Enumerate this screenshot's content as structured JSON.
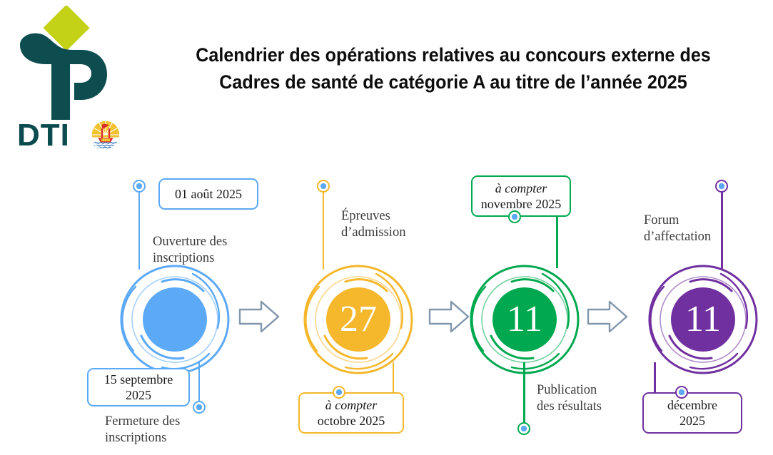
{
  "header": {
    "logo_name": "dti-logo",
    "logo_text": "DTI",
    "crest_name": "french-polynesia-coat-of-arms",
    "title_line1": "Calendrier des opérations relatives au concours externe des",
    "title_line2": "Cadres de santé de catégorie A au titre de l’année 2025"
  },
  "colors": {
    "stage1": "#5BA9F7",
    "stage2": "#F5B72B",
    "stage3": "#00A94F",
    "stage4": "#7030A0",
    "arrow": "#8296AC",
    "logo_teal": "#0B4A4E",
    "logo_green": "#C3D117",
    "caption_text": "#3b3b3b",
    "title_text": "#0d0d0d"
  },
  "stages": [
    {
      "id": "ouverture-inscriptions",
      "color": "#5BA9F7",
      "circle_number": "",
      "top_box": {
        "line1": "01 août 2025",
        "line1_style": "regular",
        "line2": "",
        "line2_style": "regular"
      },
      "top_caption": "Ouverture des\ninscriptions",
      "bottom_box": {
        "line1": "15 septembre",
        "line1_style": "regular",
        "line2": "2025",
        "line2_style": "regular"
      },
      "bottom_caption": "Fermeture des\ninscriptions"
    },
    {
      "id": "epreuves-admission",
      "color": "#F5B72B",
      "circle_number": "27",
      "top_box": null,
      "top_caption": "Épreuves\nd’admission",
      "bottom_box": {
        "line1": "à compter",
        "line1_style": "italic",
        "line2": "octobre 2025",
        "line2_style": "regular"
      },
      "bottom_caption": ""
    },
    {
      "id": "publication-resultats",
      "color": "#00A94F",
      "circle_number": "11",
      "top_box": {
        "line1": "à compter",
        "line1_style": "italic",
        "line2": "novembre 2025",
        "line2_style": "regular"
      },
      "top_caption": "",
      "bottom_box": null,
      "bottom_caption": "Publication\ndes résultats"
    },
    {
      "id": "forum-affectation",
      "color": "#7030A0",
      "circle_number": "11",
      "top_box": null,
      "top_caption": "Forum\nd’affectation",
      "bottom_box": {
        "line1": "décembre",
        "line1_style": "regular",
        "line2": "2025",
        "line2_style": "regular"
      },
      "bottom_caption": ""
    }
  ],
  "arrows": [
    {
      "name": "arrow-stage1-to-stage2"
    },
    {
      "name": "arrow-stage2-to-stage3"
    },
    {
      "name": "arrow-stage3-to-stage4"
    }
  ]
}
